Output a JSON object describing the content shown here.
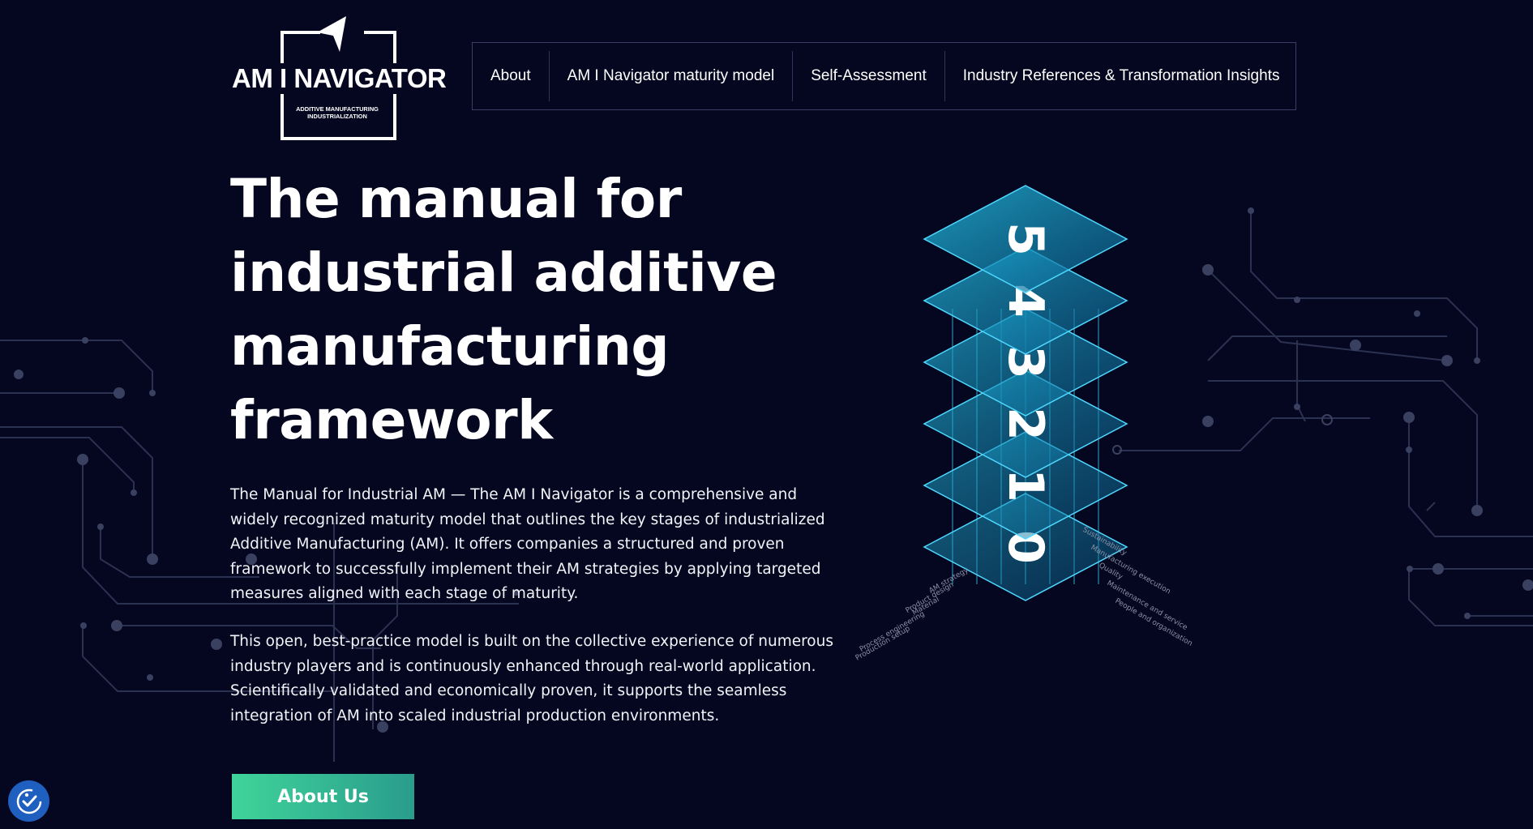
{
  "logo": {
    "wordmark": "AM I NAVIGATOR",
    "tagline_line1": "ADDITIVE MANUFACTURING",
    "tagline_line2": "INDUSTRIALIZATION"
  },
  "nav": {
    "items": [
      {
        "label": "About"
      },
      {
        "label": "AM I Navigator maturity model"
      },
      {
        "label": "Self-Assessment"
      },
      {
        "label": "Industry References & Transformation Insights"
      }
    ]
  },
  "hero": {
    "headline": "The manual for industrial additive manufacturing framework",
    "paragraph1": "The Manual for Industrial AM — The AM I Navigator is a comprehensive and widely recognized maturity model that outlines the key stages of industrialized Additive Manufacturing (AM). It offers companies a structured and proven framework to successfully implement their AM strategies by applying targeted measures aligned with each stage of maturity.",
    "paragraph2": "This open, best-practice model is built on the collective experience of numerous industry players and is continuously enhanced through real-world application. Scientifically validated and economically proven, it supports the seamless integration of AM into scaled industrial production environments.",
    "cta_label": "About Us"
  },
  "maturity_diagram": {
    "levels": [
      "0",
      "1",
      "2",
      "3",
      "4",
      "5"
    ],
    "left_labels": [
      "AM strategy",
      "Product design",
      "Material",
      "Process engineering",
      "Production setup"
    ],
    "right_labels": [
      "Sustainability",
      "Manufacturing execution",
      "Quality",
      "Maintenance and service",
      "People and organization"
    ]
  },
  "accessibility": {
    "icon": "accessibility-check-icon"
  },
  "colors": {
    "background": "#050720",
    "accent_green": "#3fd49a",
    "accent_teal": "#2a9c8c",
    "diagram_blue": "#1aa6d8",
    "accessibility_blue": "#1f5fbf"
  }
}
